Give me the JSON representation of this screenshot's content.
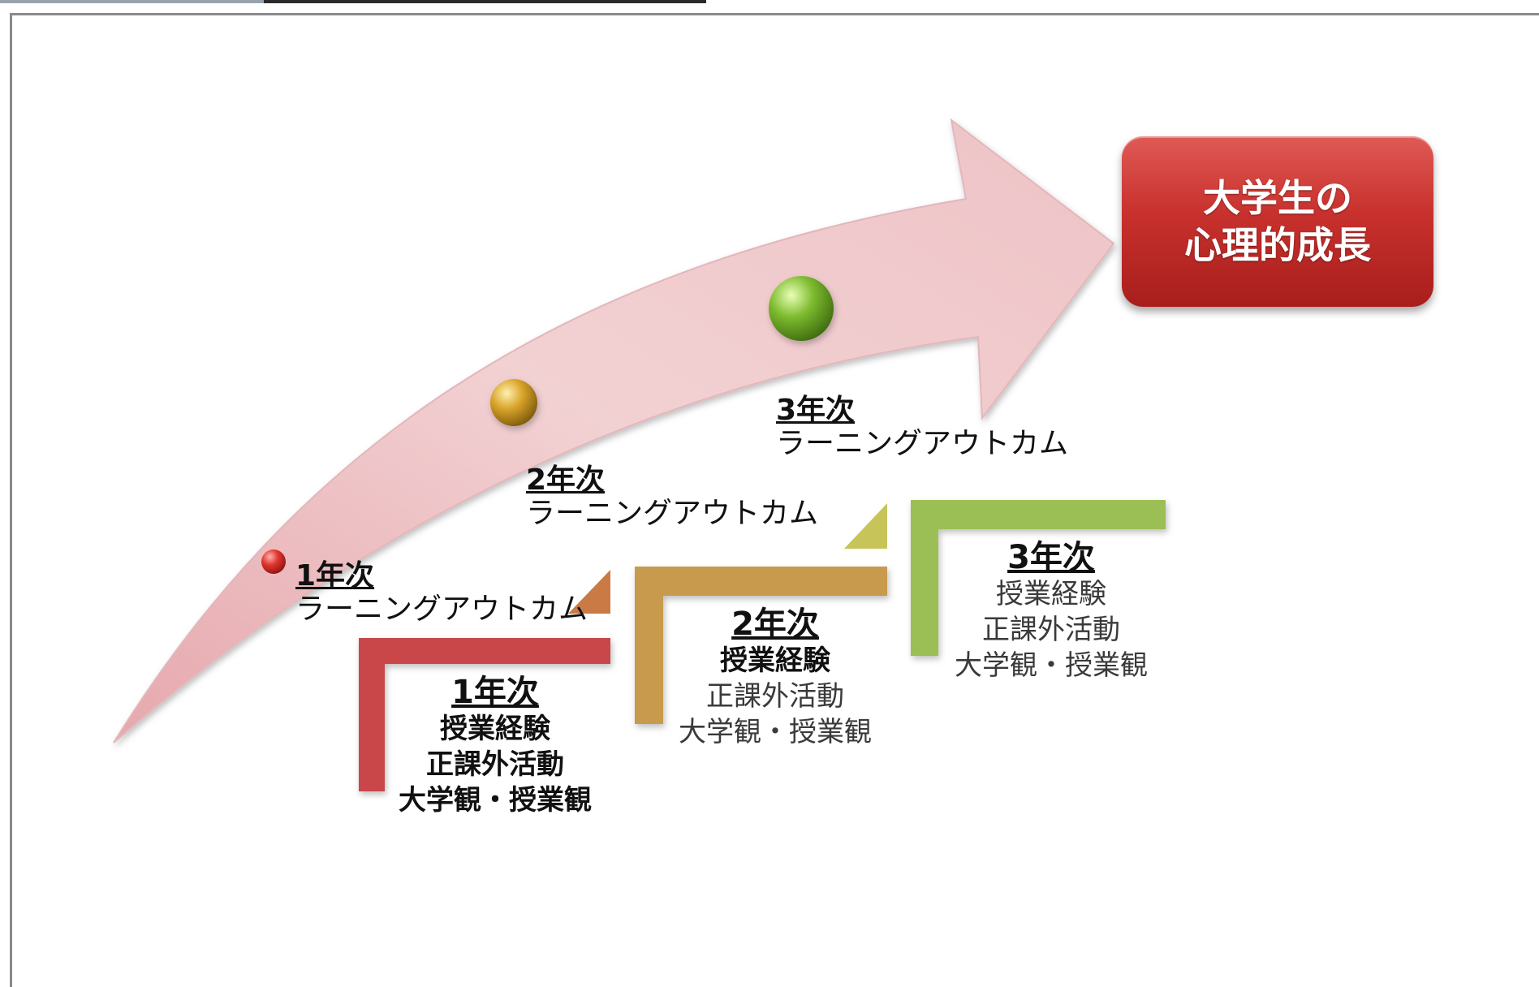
{
  "goal": {
    "text": "大学生の\n心理的成長",
    "color": "#c8312d"
  },
  "outcomes": [
    {
      "year": "1年次",
      "label": "ラーニングアウトカム",
      "dot_color": "#d9302b"
    },
    {
      "year": "2年次",
      "label": "ラーニングアウトカム",
      "dot_color": "#d9a42a"
    },
    {
      "year": "3年次",
      "label": "ラーニングアウトカム",
      "dot_color": "#7dbb2e"
    }
  ],
  "steps": [
    {
      "year": "1年次",
      "lines": [
        "授業経験",
        "正課外活動",
        "大学観・授業観"
      ],
      "color": "#c9474a"
    },
    {
      "year": "2年次",
      "lines": [
        "授業経験",
        "正課外活動",
        "大学観・授業観"
      ],
      "color": "#c89a4e"
    },
    {
      "year": "3年次",
      "lines": [
        "授業経験",
        "正課外活動",
        "大学観・授業観"
      ],
      "color": "#9bbf55"
    }
  ],
  "arrow_color": "#efc9cb"
}
